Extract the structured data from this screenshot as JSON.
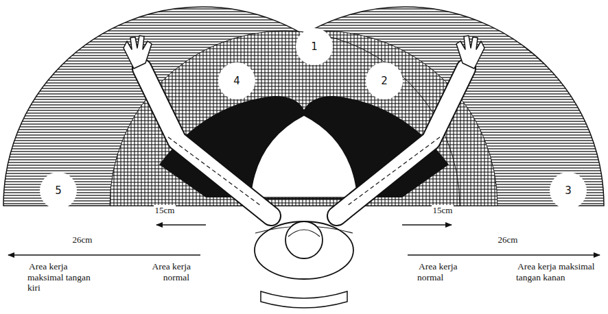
{
  "diagram": {
    "nodes": [
      {
        "text": [
          "1"
        ]
      },
      {
        "text": [
          "4"
        ]
      },
      {
        "text": [
          "2"
        ]
      },
      {
        "text": [
          "5"
        ]
      },
      {
        "text": [
          "3"
        ]
      }
    ],
    "labels": [
      "15cm",
      "15cm",
      "26cm",
      "26cm",
      "Area kerja maksimal tangan kiri",
      "Area kerja normal",
      "Area kerja normal",
      "Area kerja maksimal tangan kanan"
    ]
  }
}
